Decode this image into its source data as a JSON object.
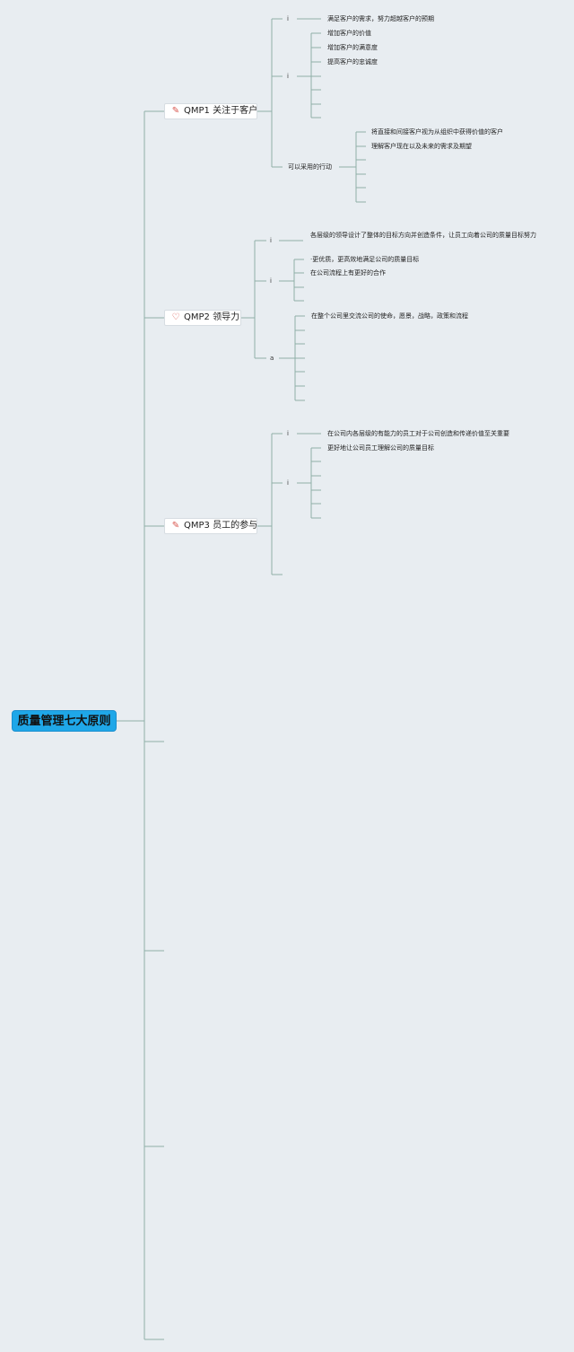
{
  "root": {
    "label": "质量管理七大原则"
  },
  "colors": {
    "line": "#8fb0a8",
    "root_bg": "#1fa7e8",
    "background": "#e8edf1"
  },
  "topics": [
    {
      "label": "QMP1 关注于客户",
      "icon": "tool-icon",
      "children": [
        {
          "marker": "i",
          "text": "满足客户的需求，努力超越客户的预期"
        },
        {
          "marker": "i",
          "items": [
            "增加客户的价值",
            "增加客户的满意度",
            "提高客户的忠诚度"
          ]
        },
        {
          "label": "可以采用的行动",
          "items": [
            "将直接和间接客户视为从组织中获得价值的客户",
            "理解客户现在以及未来的需求及期望"
          ]
        }
      ]
    },
    {
      "label": "QMP2 领导力",
      "icon": "heart-icon",
      "children": [
        {
          "marker": "i",
          "text": "各层级的领导设计了整体的目标方向并创造条件，让员工向着公司的质量目标努力"
        },
        {
          "marker": "i",
          "items": [
            "·更优质，更高效地满足公司的质量目标",
            "在公司流程上有更好的合作"
          ]
        },
        {
          "marker": "a",
          "items": [
            "在整个公司里交流公司的使命，愿景，战略，政策和流程"
          ]
        }
      ]
    },
    {
      "label": "QMP3 员工的参与",
      "icon": "tool-icon",
      "children": [
        {
          "marker": "i",
          "text": "在公司内各层级的有能力的员工对于公司创造和传递价值至关重要"
        },
        {
          "marker": "i",
          "items": [
            "更好地让公司员工理解公司的质量目标"
          ]
        }
      ]
    }
  ]
}
